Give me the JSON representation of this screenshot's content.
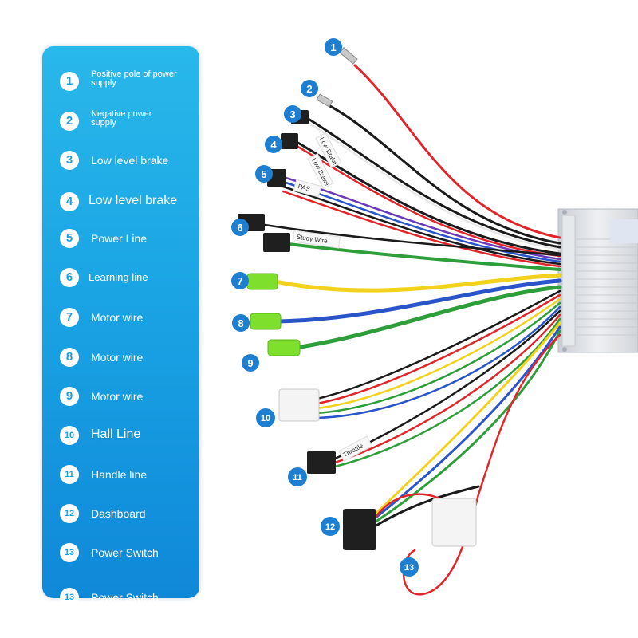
{
  "legend": [
    {
      "num": "1",
      "label": "Positive pole of power supply"
    },
    {
      "num": "2",
      "label": "Negative power supply"
    },
    {
      "num": "3",
      "label": "Low level brake"
    },
    {
      "num": "4",
      "label": "Low level brake"
    },
    {
      "num": "5",
      "label": "Power Line"
    },
    {
      "num": "6",
      "label": "Learning line"
    },
    {
      "num": "7",
      "label": "Motor wire"
    },
    {
      "num": "8",
      "label": "Motor wire"
    },
    {
      "num": "9",
      "label": "Motor wire"
    },
    {
      "num": "10",
      "label": "Hall Line"
    },
    {
      "num": "11",
      "label": "Handle line"
    },
    {
      "num": "12",
      "label": "Dashboard"
    },
    {
      "num": "13",
      "label": "Power Switch"
    }
  ],
  "wire_tags": {
    "low_brake_1": "Low Brake",
    "low_brake_2": "Low Brake",
    "pas": "PAS",
    "study_wire": "Study Wire",
    "throttle": "Throttle"
  },
  "badges": [
    "1",
    "2",
    "3",
    "4",
    "5",
    "6",
    "7",
    "8",
    "9",
    "10",
    "11",
    "12",
    "13"
  ],
  "colors": {
    "panel": "#1aa4e4",
    "badge": "#1e7fd0",
    "wire_red": "#e0262b",
    "wire_black": "#1a1a1a",
    "wire_green": "#2e9e3a",
    "wire_yellow": "#f2d21c",
    "wire_blue": "#2a55c8",
    "controller": "#d9dde2"
  }
}
